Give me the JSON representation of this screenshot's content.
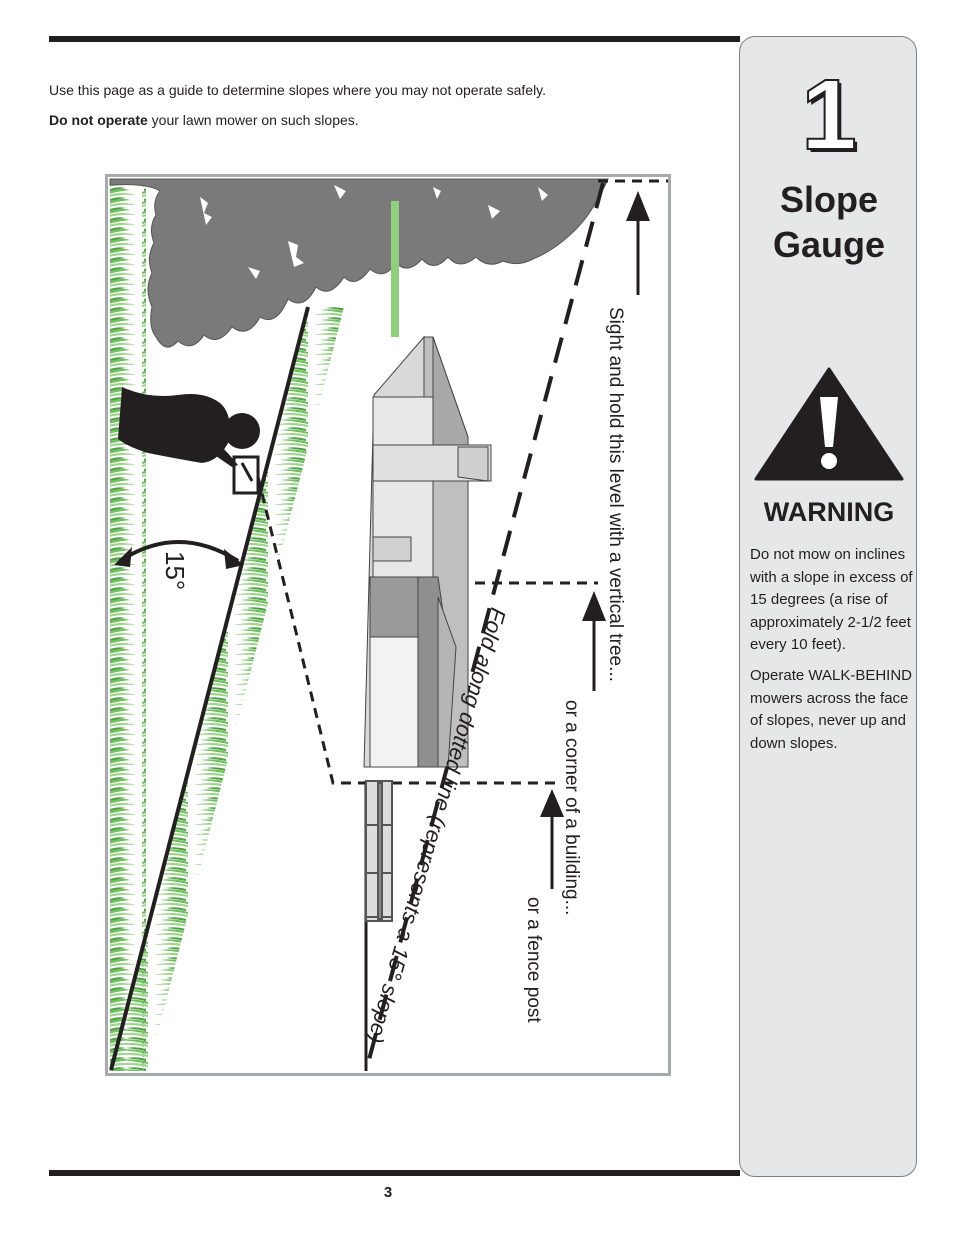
{
  "intro": {
    "line1": "Use this page as a guide to determine slopes where you may not operate safely.",
    "line2_bold": "Do not operate",
    "line2_rest": " your lawn mower on such slopes."
  },
  "gauge": {
    "label_tree": "Sight and hold this level with a vertical tree...",
    "label_building": "or a corner of a building...",
    "label_fence": "or a fence post",
    "label_fold": "Fold along dotted line (represents a 15° slope)",
    "angle_label": "15°"
  },
  "side_panel": {
    "chapter_number": "1",
    "title_line1": "Slope",
    "title_line2": "Gauge",
    "warning_heading": "WARNING",
    "warning_text_1": "Do not mow on inclines with a slope in excess of 15 degrees (a rise of approximately 2-1/2 feet every 10 feet).",
    "warning_text_2": "Operate WALK-BEHIND mowers across the face of slopes, never up and down slopes."
  },
  "page_number": "3",
  "icons": [
    "warning-triangle-icon",
    "arrow-up-icon"
  ],
  "colors": {
    "ink": "#231f20",
    "panel": "#e6e7e8",
    "grass": "#7bc36a",
    "tree": "#7a7a7a"
  }
}
